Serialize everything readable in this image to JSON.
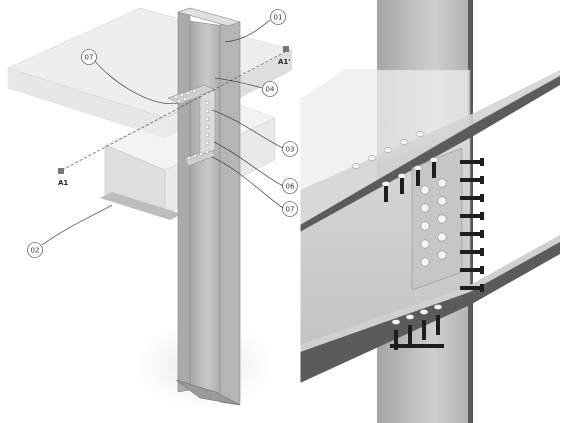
{
  "callouts": [
    {
      "id": "c01",
      "label": "01"
    },
    {
      "id": "c07a",
      "label": "07"
    },
    {
      "id": "c04",
      "label": "04"
    },
    {
      "id": "c03",
      "label": "03"
    },
    {
      "id": "c06",
      "label": "06"
    },
    {
      "id": "c07b",
      "label": "07"
    },
    {
      "id": "c02",
      "label": "02"
    }
  ],
  "section_markers": {
    "start": "A1",
    "end": "A1'"
  },
  "colors": {
    "steel_light": "#dcdcdc",
    "steel_mid": "#b8b8b8",
    "steel_dark": "#8a8a8a",
    "slab_glass": "#e8e8e8",
    "plate_dark": "#3a3a3a",
    "bolt": "#f4f4f4",
    "marker": "#777777"
  }
}
